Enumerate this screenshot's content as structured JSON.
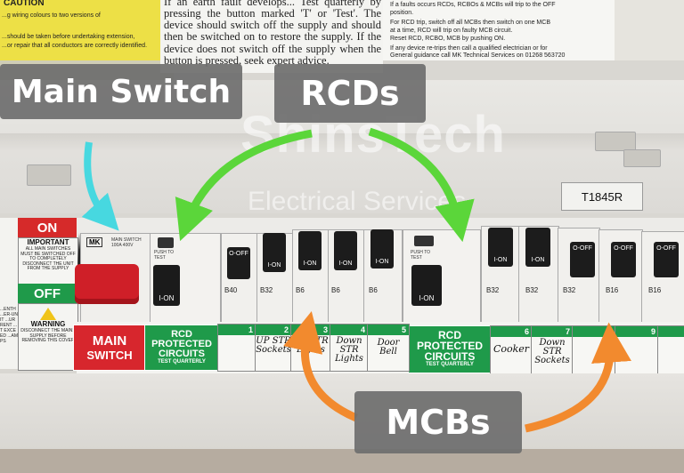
{
  "callouts": {
    "main_switch": "Main Switch",
    "rcds": "RCDs",
    "mcbs": "MCBs"
  },
  "notices": {
    "yellow_caution_title": "CAUTION",
    "yellow_caution_lines": [
      "...g wiring colours to two versions of",
      "...should be taken before undertaking extension,",
      "...or repair that all conductors are correctly identified."
    ],
    "rcd_test_text": "If an earth fault develops... Test quarterly by pressing the button marked 'T' or 'Test'. The device should switch off the supply and should then be switched on to restore the supply. If the device does not switch off the supply when the button is pressed, seek expert advice.",
    "right_notice_lines": [
      "If a faults occurs RCDs, RCBOs & MCBs will trip to the OFF",
      "position.",
      "For RCD trip, switch off all MCBs then switch on one MCB",
      "at a time, RCD will trip on faulty MCB circuit.",
      "Reset RCD, RCBO, MCB by pushing ON.",
      "If any device re-trips then call a qualified electrician or for",
      "General guidance call MK Technical Services on 01268 563720"
    ]
  },
  "board": {
    "id_tag": "T1845R",
    "watermark_line1": "ShinsTech",
    "watermark_line2": "Electrical Services"
  },
  "left_panel": {
    "on_label": "ON",
    "important_title": "IMPORTANT",
    "important_text": "ALL MAIN SWITCHES MUST BE SWITCHED OFF TO COMPLETELY DISCONNECT THE UNIT FROM THE SUPPLY",
    "off_label": "OFF",
    "warning_title": "WARNING",
    "warning_text": "DISCONNECT THE MAINS SUPPLY BEFORE REMOVING THIS COVER",
    "far_left_text": "...ENTH ...ER-UNIT ...URRENT ...T EXCEED ...AMPS"
  },
  "labels": {
    "main_switch_line1": "MAIN",
    "main_switch_line2": "SWITCH",
    "rcd_left_lines": [
      "RCD",
      "PROTECTED",
      "CIRCUITS"
    ],
    "rcd_left_sub": "TEST QUARTERLY",
    "rcd_right_lines": [
      "RCD",
      "PROTECTED",
      "CIRCUITS"
    ],
    "rcd_right_sub": "TEST QUARTERLY"
  },
  "devices": {
    "main_switch_brand": "MK",
    "main_switch_caption": "MAIN SWITCH 100A 400V",
    "rcd_push_to_test": "PUSH TO TEST",
    "rcd_on": "I-ON",
    "mcb_on": "I-ON",
    "mcb_off": "O-OFF",
    "mcb_ratings": [
      "B40",
      "B32",
      "B6",
      "B6",
      "B6",
      "B32",
      "B32",
      "B32",
      "B16",
      "B16"
    ]
  },
  "handwritten": [
    {
      "num": "1",
      "text": ""
    },
    {
      "num": "2",
      "text": "UP STR Sockets"
    },
    {
      "num": "3",
      "text": "UP STR Lights"
    },
    {
      "num": "4",
      "text": "Down STR Lights"
    },
    {
      "num": "5",
      "text": "Door Bell"
    },
    {
      "num": "6",
      "text": "Cooker"
    },
    {
      "num": "7",
      "text": "Down STR Sockets"
    },
    {
      "num": "8",
      "text": ""
    },
    {
      "num": "9",
      "text": ""
    }
  ],
  "colors": {
    "green_arrow": "#5bd63a",
    "orange_arrow": "#f28a2e",
    "cyan_arrow": "#47d8e0",
    "label_green": "#1f9a4a",
    "label_red": "#d7262d",
    "caution_yellow": "#f1e03a"
  }
}
